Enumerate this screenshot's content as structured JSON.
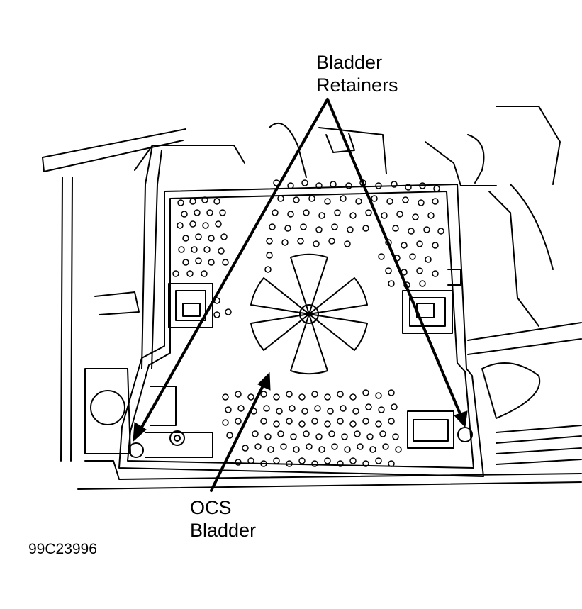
{
  "labels": {
    "retainers": [
      "Bladder",
      "Retainers"
    ],
    "bladder": [
      "OCS",
      "Bladder"
    ],
    "figure_id": "99C23996"
  },
  "colors": {
    "ink": "#000000",
    "paper": "#ffffff"
  }
}
